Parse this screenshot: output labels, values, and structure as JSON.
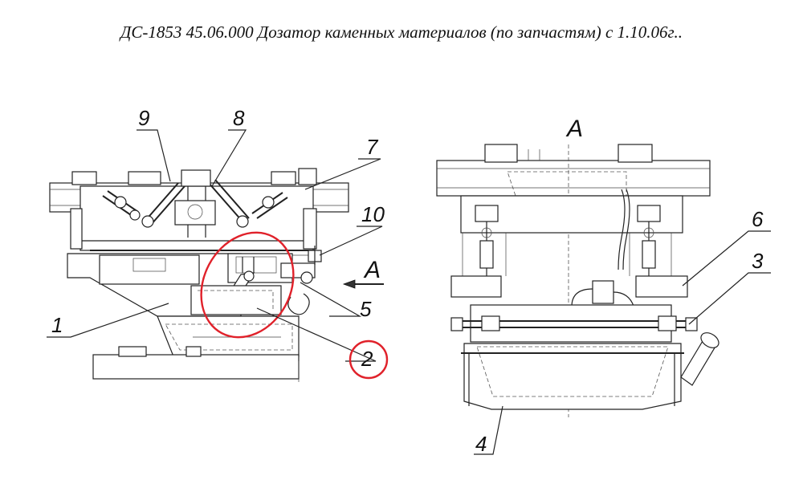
{
  "title": "ДС-1853 45.06.000 Дозатор каменных материалов (по запчастям) с 1.10.06г..",
  "view_label": "A",
  "arrow_label": "A",
  "callouts": {
    "c1": "1",
    "c2": "2",
    "c3": "3",
    "c4": "4",
    "c5": "5",
    "c6": "6",
    "c7": "7",
    "c8": "8",
    "c9": "9",
    "c10": "10"
  },
  "highlight_color": "#e0212a",
  "highlighted_part": "2"
}
